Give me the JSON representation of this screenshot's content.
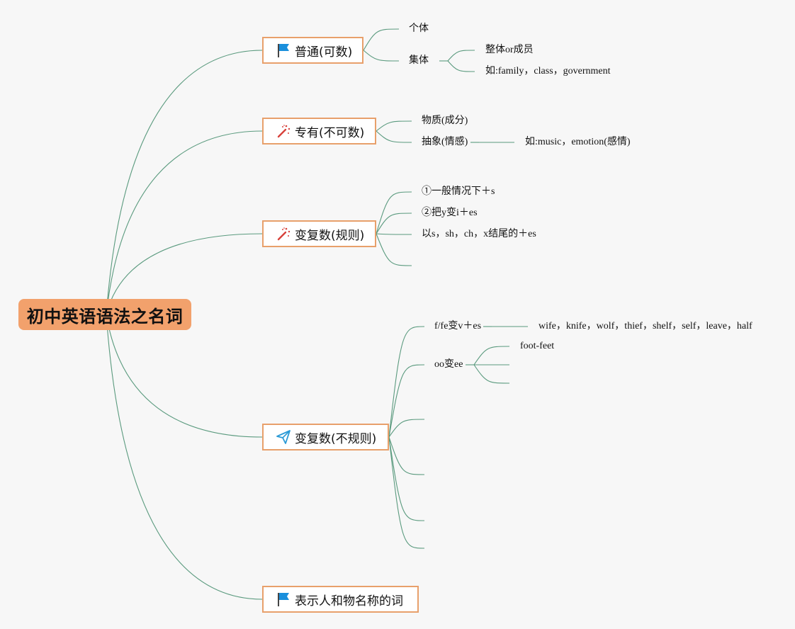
{
  "colors": {
    "background": "#f7f7f7",
    "root_fill": "#f2a16c",
    "branch_border": "#e8a06b",
    "connector": "#5a9a7e",
    "flag_icon": "#1a8fdc",
    "magic_icon": "#d8423b",
    "plane_icon": "#2a9ad6"
  },
  "root": {
    "label": "初中英语语法之名词"
  },
  "branches": [
    {
      "key": "b1",
      "label": "普通(可数)",
      "icon": "flag-icon",
      "children": [
        {
          "key": "b1c1",
          "label": "个体"
        },
        {
          "key": "b1c2",
          "label": "集体",
          "children": [
            {
              "key": "b1c2a",
              "label": "整体or成员"
            },
            {
              "key": "b1c2b",
              "label": "如:family，class，government"
            }
          ]
        }
      ]
    },
    {
      "key": "b2",
      "label": "专有(不可数)",
      "icon": "magic-wand-icon",
      "children": [
        {
          "key": "b2c1",
          "label": "物质(成分)"
        },
        {
          "key": "b2c2",
          "label": "抽象(情感)",
          "children": [
            {
              "key": "b2c2a",
              "label": "如:music，emotion(感情)"
            }
          ]
        }
      ]
    },
    {
      "key": "b3",
      "label": "变复数(规则)",
      "icon": "magic-wand-icon",
      "children": [
        {
          "key": "b3c1",
          "label": "①一般情况下＋s"
        },
        {
          "key": "b3c2",
          "label": "②把y变i＋es"
        },
        {
          "key": "b3c3",
          "label": "以s，sh，ch，x结尾的＋es"
        },
        {
          "key": "b3c4",
          "label": ""
        }
      ]
    },
    {
      "key": "b4",
      "label": "变复数(不规则)",
      "icon": "paper-plane-icon",
      "children": [
        {
          "key": "b4c1",
          "label": "f/fe变v＋es",
          "children": [
            {
              "key": "b4c1a",
              "label": "wife，knife，wolf，thief，shelf，self，leave，half"
            }
          ]
        },
        {
          "key": "b4c2",
          "label": "oo变ee",
          "children": [
            {
              "key": "b4c2a",
              "label": "foot-feet"
            },
            {
              "key": "b4c2b",
              "label": ""
            },
            {
              "key": "b4c2c",
              "label": ""
            }
          ]
        },
        {
          "key": "b4c3",
          "label": ""
        },
        {
          "key": "b4c4",
          "label": ""
        },
        {
          "key": "b4c5",
          "label": ""
        },
        {
          "key": "b4c6",
          "label": ""
        }
      ]
    },
    {
      "key": "b5",
      "label": "表示人和物名称的词",
      "icon": "flag-icon",
      "children": []
    }
  ]
}
